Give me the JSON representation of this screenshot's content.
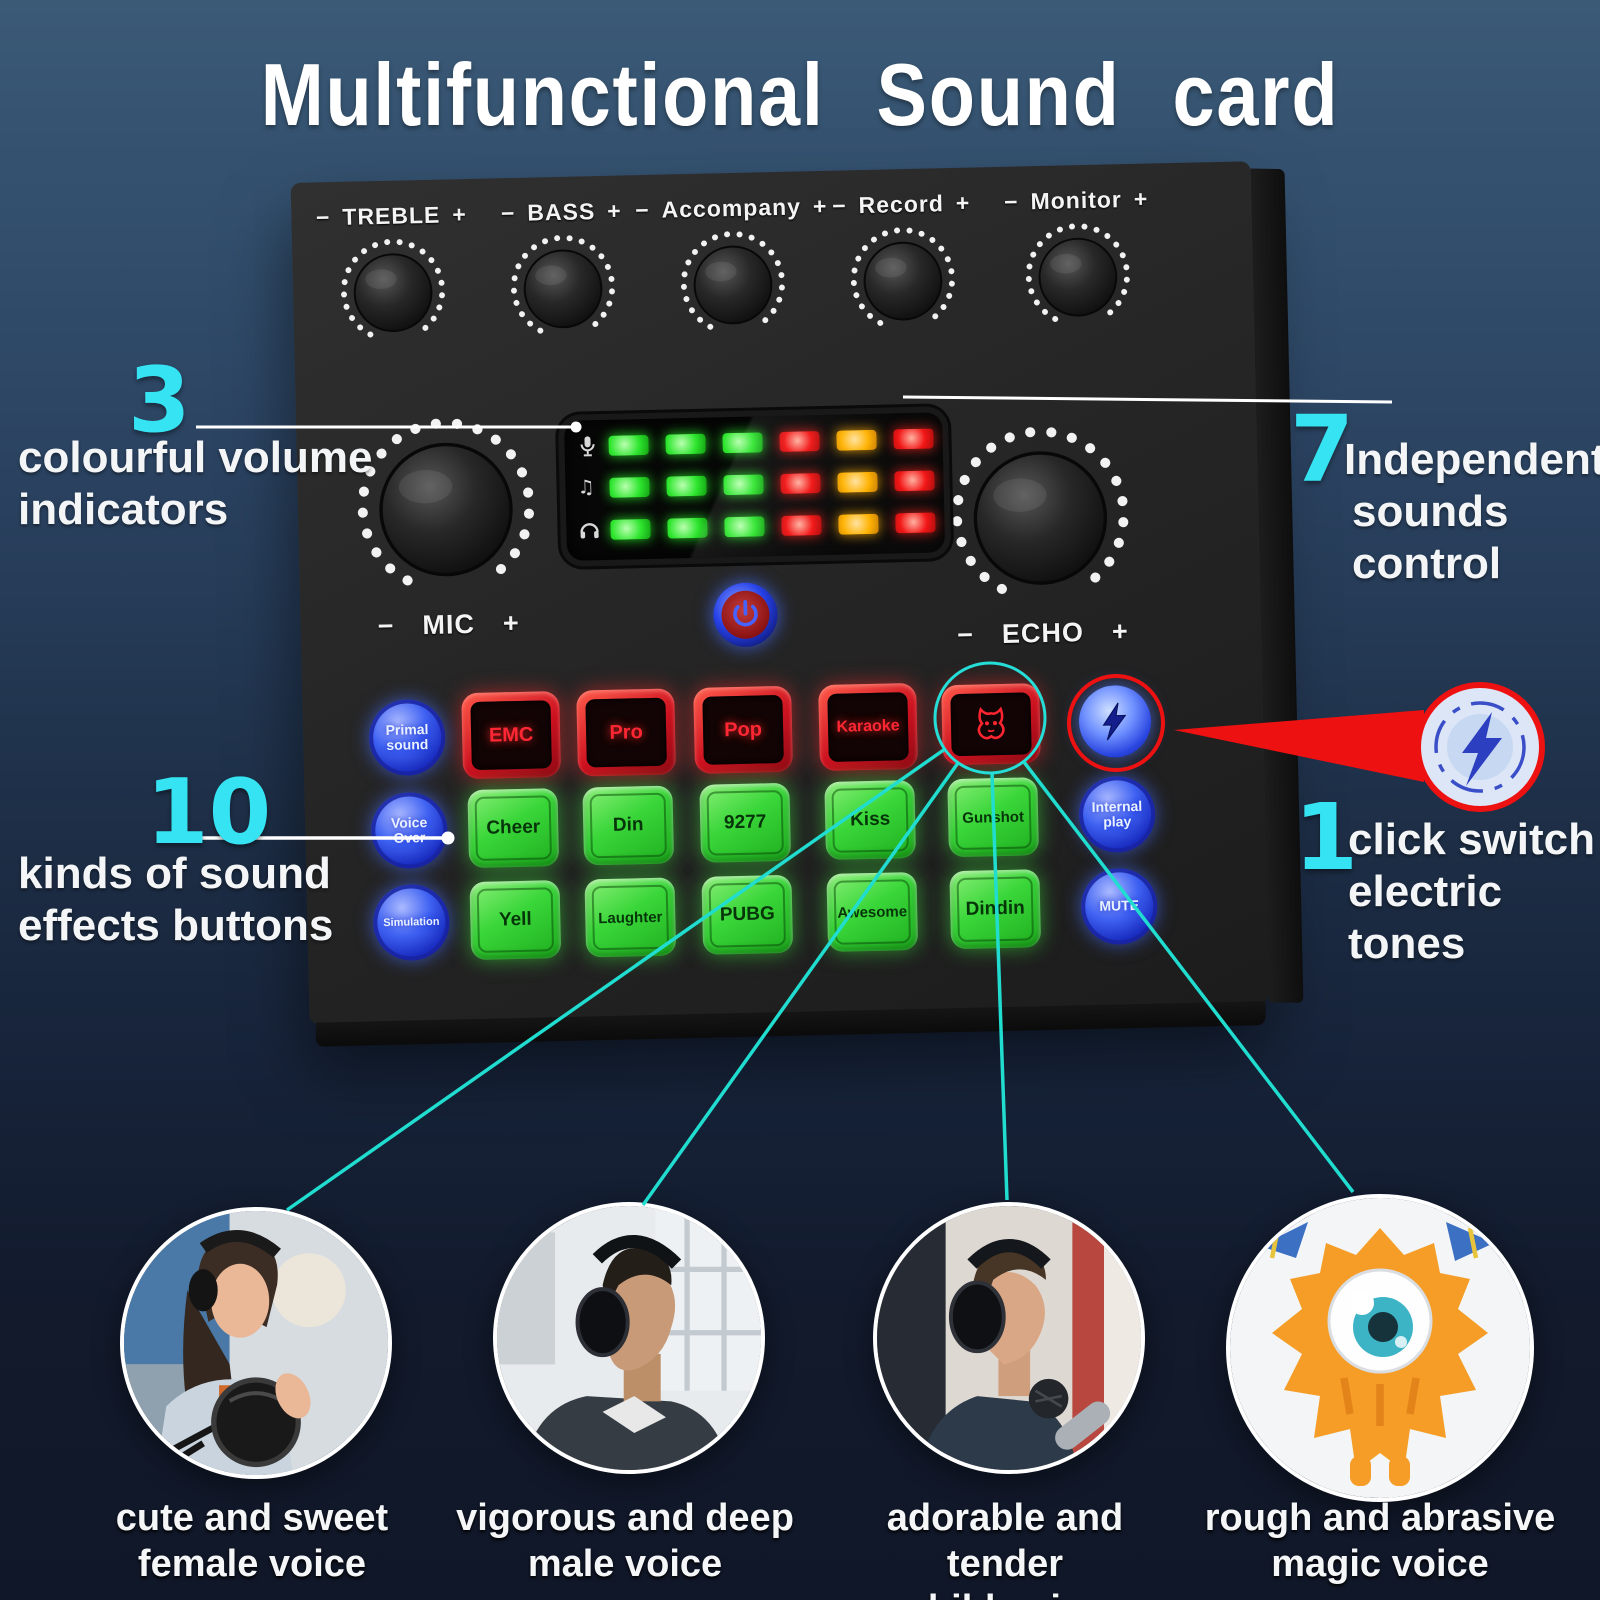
{
  "title": "Multifunctional Sound card",
  "colors": {
    "accent_cyan": "#35e3f2",
    "line_cyan": "#20ddd0",
    "highlight_red": "#ee1111",
    "led_green": "#2fe62f",
    "led_red": "#f21212",
    "led_amber": "#ffb200",
    "button_green": "#39d639",
    "button_red": "#cc1220",
    "button_blue": "#2a46d8"
  },
  "device": {
    "knobs": [
      {
        "minus": "−",
        "label": "TREBLE",
        "plus": "+"
      },
      {
        "minus": "−",
        "label": "BASS",
        "plus": "+"
      },
      {
        "minus": "−",
        "label": "Accompany",
        "plus": "+"
      },
      {
        "minus": "−",
        "label": "Record",
        "plus": "+"
      },
      {
        "minus": "−",
        "label": "Monitor",
        "plus": "+"
      }
    ],
    "big_knobs": [
      {
        "minus": "−",
        "label": "MIC",
        "plus": "+"
      },
      {
        "minus": "−",
        "label": "ECHO",
        "plus": "+"
      }
    ],
    "display": {
      "rows": [
        {
          "icon": "mic-icon"
        },
        {
          "icon": "music-note-icon"
        },
        {
          "icon": "headphones-icon"
        }
      ],
      "led_pattern": [
        "green",
        "green",
        "green",
        "red",
        "amber",
        "red"
      ]
    },
    "button_rows": [
      [
        {
          "label": "Primal sound",
          "style": "blue"
        },
        {
          "label": "EMC",
          "style": "red"
        },
        {
          "label": "Pro",
          "style": "red"
        },
        {
          "label": "Pop",
          "style": "red"
        },
        {
          "label": "Karaoke",
          "style": "red"
        },
        {
          "icon": "monster-voice-icon",
          "style": "red-icon",
          "ring": "cyan"
        },
        {
          "icon": "lightning-icon",
          "style": "blue-icon",
          "ring": "red"
        }
      ],
      [
        {
          "label": "Voice Over",
          "style": "blue"
        },
        {
          "label": "Cheer",
          "style": "green"
        },
        {
          "label": "Din",
          "style": "green"
        },
        {
          "label": "9277",
          "style": "green"
        },
        {
          "label": "Kiss",
          "style": "green"
        },
        {
          "label": "Gunshot",
          "style": "green"
        },
        {
          "label": "Internal play",
          "style": "blue"
        }
      ],
      [
        {
          "label": "Simulation",
          "style": "blue"
        },
        {
          "label": "Yell",
          "style": "green"
        },
        {
          "label": "Laughter",
          "style": "green"
        },
        {
          "label": "PUBG",
          "style": "green"
        },
        {
          "label": "Awesome",
          "style": "green"
        },
        {
          "label": "Dindin",
          "style": "green"
        },
        {
          "label": "MUTE",
          "style": "blue"
        }
      ]
    ]
  },
  "callouts": {
    "volume": {
      "number": "3",
      "line1": "colourful volume",
      "line2": "indicators"
    },
    "sounds": {
      "number": "7",
      "line1": "Independent",
      "line2": "sounds control"
    },
    "effects": {
      "number": "10",
      "line1": "kinds of sound",
      "line2": "effects buttons"
    },
    "electric": {
      "number": "1",
      "line1": "click switch",
      "line2": "electric tones"
    }
  },
  "voices": [
    {
      "line1": "cute and sweet",
      "line2": "female voice",
      "image": "female-streamer-photo"
    },
    {
      "line1": "vigorous and deep",
      "line2": "male voice",
      "image": "male-streamer-photo"
    },
    {
      "line1": "adorable and tender",
      "line2": "child voice",
      "image": "child-streamer-photo"
    },
    {
      "line1": "rough and abrasive",
      "line2": "magic voice",
      "image": "monster-cartoon"
    }
  ]
}
